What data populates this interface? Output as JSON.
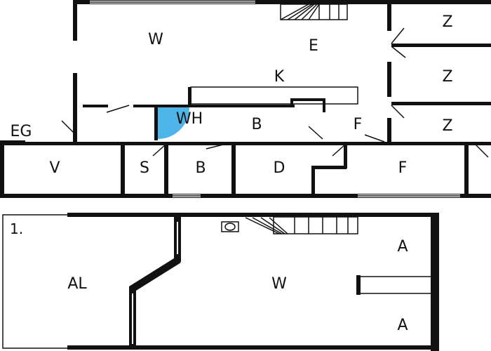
{
  "floor_plan": {
    "floor_label": "1.",
    "accent_color": "#4fb4e8",
    "ground_floor": {
      "rooms": {
        "w": "W",
        "e": "E",
        "k": "K",
        "z_top": "Z",
        "z_mid": "Z",
        "z_low": "Z",
        "wh": "WH",
        "b_upper": "B",
        "f_upper": "F",
        "eg": "EG",
        "v": "V",
        "s": "S",
        "b_lower": "B",
        "d": "D",
        "f_lower": "F"
      }
    },
    "upper_floor": {
      "rooms": {
        "al": "AL",
        "w": "W",
        "a_top": "A",
        "a_bottom": "A"
      }
    }
  }
}
